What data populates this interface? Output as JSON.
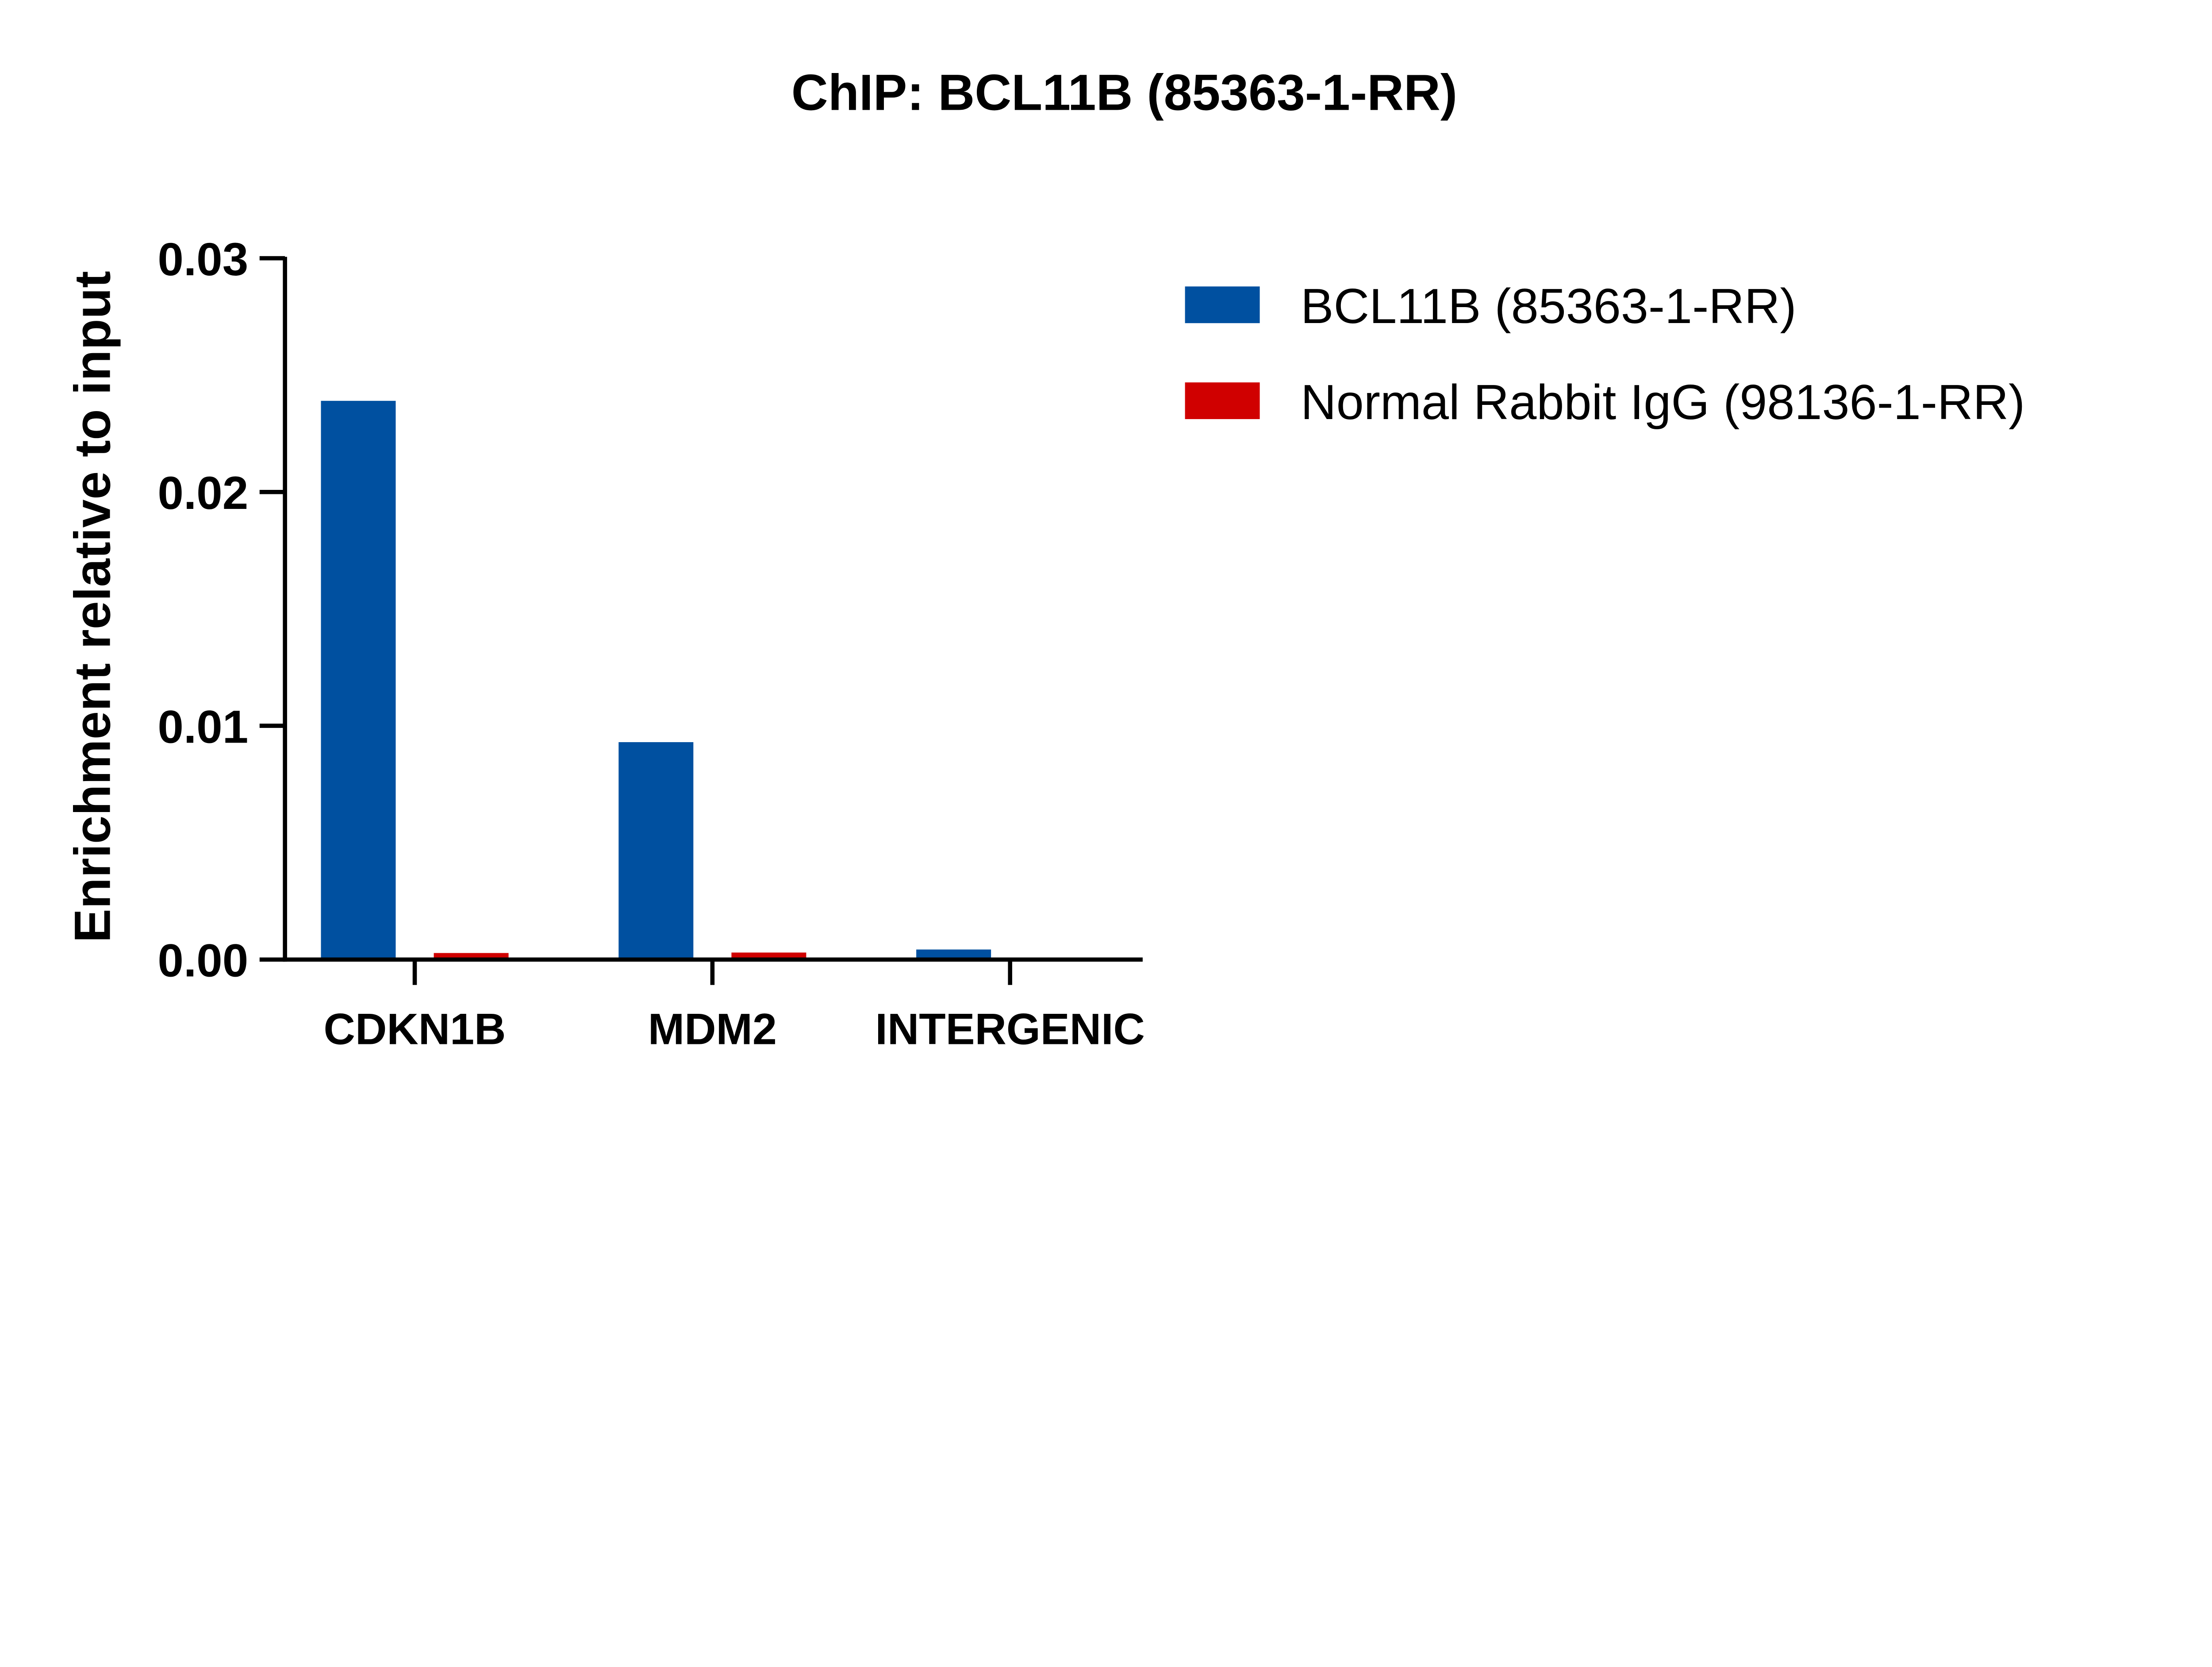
{
  "chart_data": {
    "type": "bar",
    "title": "ChIP: BCL11B (85363-1-RR)",
    "xlabel": "",
    "ylabel": "Enrichment relative to input",
    "ylim": [
      0,
      0.03
    ],
    "yticks": [
      "0.00",
      "0.01",
      "0.02",
      "0.03"
    ],
    "ytick_values": [
      0,
      0.01,
      0.02,
      0.03
    ],
    "categories": [
      "CDKN1B",
      "MDM2",
      "INTERGENIC"
    ],
    "grid": false,
    "legend_position": "right",
    "series": [
      {
        "name": "BCL11B (85363-1-RR)",
        "color": "#0050A0",
        "values": [
          0.0239,
          0.0093,
          0.00043
        ]
      },
      {
        "name": "Normal Rabbit IgG (98136-1-RR)",
        "color": "#D00000",
        "values": [
          0.00028,
          0.0003,
          0.0
        ]
      }
    ]
  }
}
